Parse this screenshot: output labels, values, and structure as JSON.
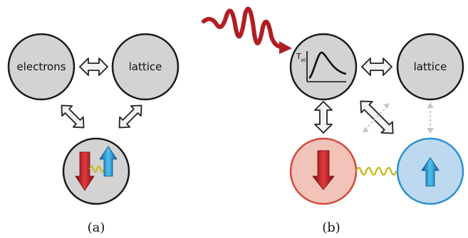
{
  "panel_a": {
    "electrons_label": "electrons",
    "lattice_label": "lattice",
    "caption": "(a)"
  },
  "panel_b": {
    "temperature_label": "T",
    "temperature_subscript": "el",
    "lattice_label": "lattice",
    "caption": "(b)"
  },
  "colors": {
    "node_fill": "#d3d3d3",
    "node_stroke": "#1a1a1a",
    "spin_down_red": "#c8202a",
    "spin_up_blue": "#1e8fd0",
    "spin_down_bg": "#f2c3b8",
    "spin_down_ring": "#cf4a3a",
    "spin_up_bg": "#bcd9ef",
    "spin_up_ring": "#2b8fcf",
    "spring": "#c9b81e",
    "laser_pulse": "#b01e24",
    "weak_arrow": "#cccccc"
  },
  "icons": {
    "exchange_arrows": "double-headed-arrow-icon",
    "spin_coupling": "spring-icon",
    "laser": "laser-pulse-icon"
  }
}
